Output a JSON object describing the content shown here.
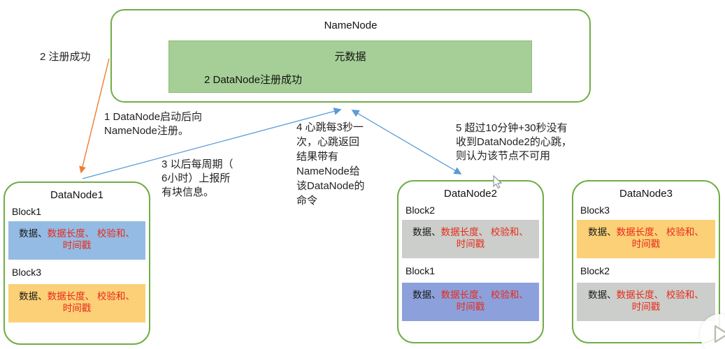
{
  "namenode": {
    "title": "NameNode",
    "metadata_label": "元数据",
    "register_success_label": "2 DataNode注册成功"
  },
  "annotations": {
    "step1": "1 DataNode启动后向\nNameNode注册。",
    "step2": "2 注册成功",
    "step3": "3 以后每周期（\n6小时）上报所\n有块信息。",
    "step4": "4 心跳每3秒一\n次，心跳返回\n结果带有\nNameNode给\n该DataNode的\n命令",
    "step5": "5 超过10分钟+30秒没有\n收到DataNode2的心跳，\n则认为该节点不可用"
  },
  "datanodes": [
    {
      "title": "DataNode1",
      "blocks": [
        {
          "label": "Block1",
          "bg": "#94BBE3",
          "data_label": "数据、",
          "red_part1": "数据长度、 校验和、",
          "red_part2": "时间戳"
        },
        {
          "label": "Block3",
          "bg": "#FBD077",
          "data_label": "数据、",
          "red_part1": "数据长度、 校验和、",
          "red_part2": "时间戳"
        }
      ]
    },
    {
      "title": "DataNode2",
      "blocks": [
        {
          "label": "Block2",
          "bg": "#CBCECA",
          "data_label": "数据、",
          "red_part1": "数据长度、 校验和、",
          "red_part2": "时间戳"
        },
        {
          "label": "Block1",
          "bg": "#8CA1DB",
          "data_label": "数据、",
          "red_part1": "数据长度、 校验和、",
          "red_part2": "时间戳"
        }
      ]
    },
    {
      "title": "DataNode3",
      "blocks": [
        {
          "label": "Block3",
          "bg": "#FBD077",
          "data_label": "数据、",
          "red_part1": "数据长度、 校验和、",
          "red_part2": "时间戳"
        },
        {
          "label": "Block2",
          "bg": "#CBCECA",
          "data_label": "数据、",
          "red_part1": "数据长度、 校验和、",
          "red_part2": "时间戳"
        }
      ]
    }
  ],
  "colors": {
    "node_border_green": "#70AD47",
    "metadata_fill_green": "#A5CF97",
    "arrow_orange": "#ED7D31",
    "arrow_blue": "#5B9BD5",
    "red_text": "#E8291B",
    "block_blue_light": "#94BBE3",
    "block_blue_violet": "#8CA1DB",
    "block_orange": "#FBD077",
    "block_gray": "#CBCECA"
  }
}
